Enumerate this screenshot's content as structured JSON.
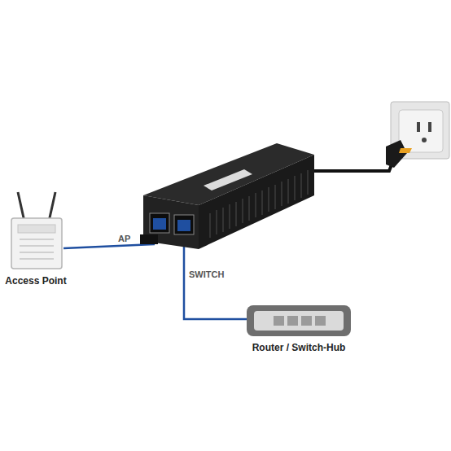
{
  "diagram": {
    "nodes": [
      {
        "text": [
          "Access Point"
        ]
      },
      {
        "text": [
          "Router / Switch-Hub"
        ]
      }
    ],
    "labels": [
      "AP",
      "SWITCH"
    ]
  }
}
